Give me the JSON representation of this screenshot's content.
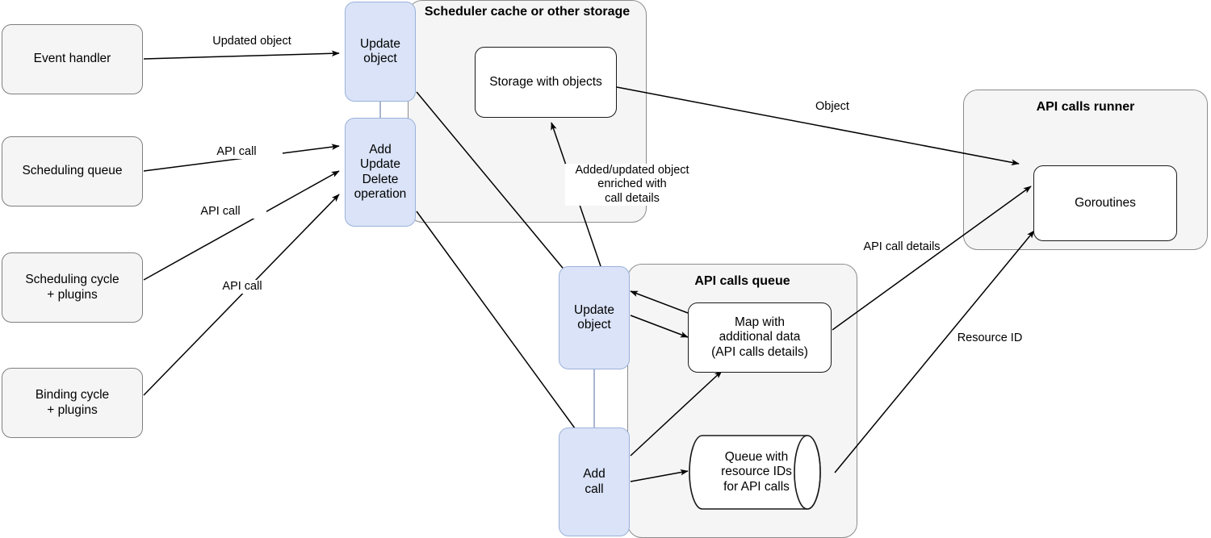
{
  "diagram": {
    "title": "Kubernetes scheduler API calls flow",
    "colors": {
      "blue_fill": "#dae3f7",
      "blue_stroke": "#9bb2da",
      "grey_fill": "#f5f5f5",
      "grey_stroke": "#7f7f7f",
      "white_fill": "#ffffff",
      "black_stroke": "#1a1a1a",
      "background": "#ffffff"
    }
  },
  "sources": [
    {
      "id": "event-handler",
      "label": "Event handler"
    },
    {
      "id": "scheduling-queue",
      "label": "Scheduling queue"
    },
    {
      "id": "scheduling-cycle",
      "label": "Scheduling cycle\n+ plugins"
    },
    {
      "id": "binding-cycle",
      "label": "Binding cycle\n+ plugins"
    }
  ],
  "blue_nodes": [
    {
      "id": "update-object-left",
      "label": "Update\nobject"
    },
    {
      "id": "aud-operation",
      "label": "Add\nUpdate\nDelete\noperation"
    },
    {
      "id": "update-object-queue",
      "label": "Update\nobject"
    },
    {
      "id": "add-call",
      "label": "Add\ncall"
    }
  ],
  "containers": [
    {
      "id": "scheduler-cache",
      "title": "Scheduler cache\nor other storage",
      "children": [
        {
          "id": "storage-with-objects",
          "label": "Storage with objects",
          "shape": "rounded-rect"
        }
      ]
    },
    {
      "id": "api-calls-queue",
      "title": "API calls queue",
      "children": [
        {
          "id": "map-additional-data",
          "label": "Map with\nadditional data\n(API calls details)",
          "shape": "rounded-rect"
        },
        {
          "id": "queue-resource-ids",
          "label": "Queue with\nresource IDs\nfor API calls",
          "shape": "cylinder"
        }
      ]
    },
    {
      "id": "api-calls-runner",
      "title": "API calls runner",
      "children": [
        {
          "id": "goroutines",
          "label": "Goroutines",
          "shape": "stacked-rect",
          "stack_count": 3
        }
      ]
    }
  ],
  "edge_labels": [
    {
      "id": "updated-object",
      "text": "Updated object"
    },
    {
      "id": "api-call-1",
      "text": "API call"
    },
    {
      "id": "api-call-2",
      "text": "API call"
    },
    {
      "id": "api-call-3",
      "text": "API call"
    },
    {
      "id": "added-updated-object",
      "text": "Added/updated object\nenriched with\ncall details"
    },
    {
      "id": "object",
      "text": "Object"
    },
    {
      "id": "api-call-details",
      "text": "API call details"
    },
    {
      "id": "resource-id",
      "text": "Resource ID"
    }
  ]
}
